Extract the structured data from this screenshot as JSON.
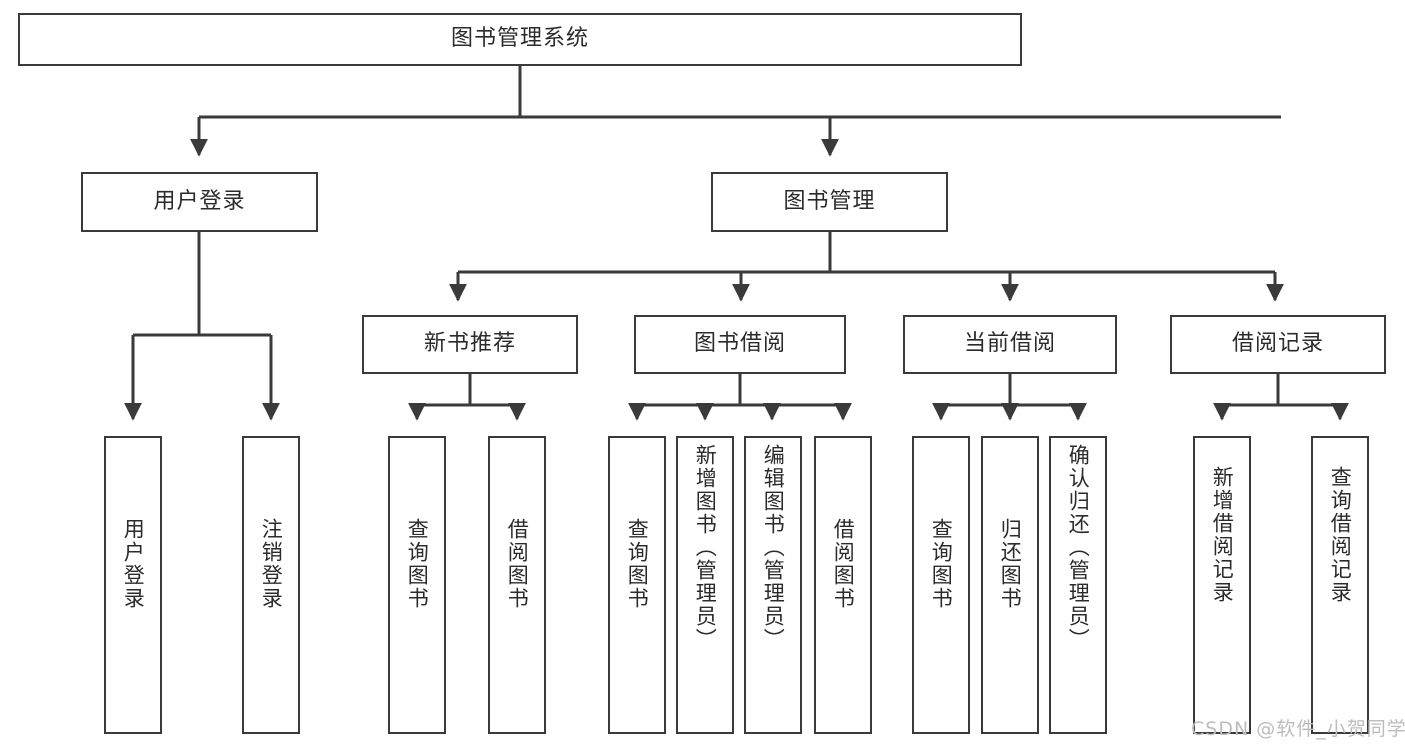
{
  "diagram": {
    "type": "tree-hierarchy-chart",
    "title": "图书管理系统",
    "root": {
      "label": "图书管理系统",
      "children": [
        {
          "label": "用户登录",
          "children": [
            {
              "label": "用户登录"
            },
            {
              "label": "注销登录"
            }
          ]
        },
        {
          "label": "图书管理",
          "children": [
            {
              "label": "新书推荐",
              "children": [
                {
                  "label": "查询图书"
                },
                {
                  "label": "借阅图书"
                }
              ]
            },
            {
              "label": "图书借阅",
              "children": [
                {
                  "label": "查询图书"
                },
                {
                  "label": "新增图书（管理员）"
                },
                {
                  "label": "编辑图书（管理员）"
                },
                {
                  "label": "借阅图书"
                }
              ]
            },
            {
              "label": "当前借阅",
              "children": [
                {
                  "label": "查询图书"
                },
                {
                  "label": "归还图书"
                },
                {
                  "label": "确认归还（管理员）"
                }
              ]
            },
            {
              "label": "借阅记录",
              "children": [
                {
                  "label": "新增借阅记录"
                },
                {
                  "label": "查询借阅记录"
                }
              ]
            }
          ]
        }
      ]
    }
  },
  "labels": {
    "root": "图书管理系统",
    "l1_user_login": "用户登录",
    "l1_book_manage": "图书管理",
    "l2_new_book_rec": "新书推荐",
    "l2_book_borrow": "图书借阅",
    "l2_current_borrow": "当前借阅",
    "l2_borrow_record": "借阅记录",
    "leaf_user_login": "用户登录",
    "leaf_logout": "注销登录",
    "leaf_query_book_a": "查询图书",
    "leaf_borrow_book_a": "借阅图书",
    "leaf_query_book_b": "查询图书",
    "leaf_add_book": "新增图书（管理员）",
    "leaf_edit_book": "编辑图书（管理员）",
    "leaf_borrow_book_b": "借阅图书",
    "leaf_query_book_c": "查询图书",
    "leaf_return_book": "归还图书",
    "leaf_confirm_return": "确认归还（管理员）",
    "leaf_add_record": "新增借阅记录",
    "leaf_query_record": "查询借阅记录"
  },
  "watermark": {
    "text": "CSDN @软件_小贺同学"
  },
  "colors": {
    "stroke": "#3a3a3a",
    "background": "#ffffff",
    "text": "#2b2b2b",
    "watermark": "#bdbdbd"
  }
}
